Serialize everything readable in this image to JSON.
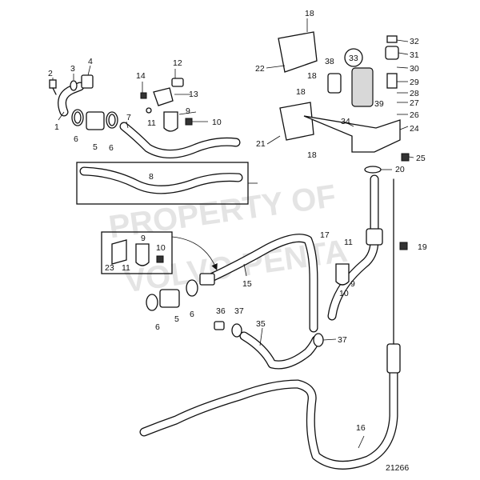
{
  "figure_number": "21266",
  "watermark": {
    "line1": "PROPERTY OF",
    "line2": "VOLVO PENTA"
  },
  "callouts": {
    "c1": "1",
    "c2": "2",
    "c3": "3",
    "c4": "4",
    "c5": "5",
    "c6a": "6",
    "c6b": "6",
    "c7": "7",
    "c8": "8",
    "c9a": "9",
    "c10a": "10",
    "c11a": "11",
    "c12": "12",
    "c13": "13",
    "c14": "14",
    "c15": "15",
    "c16": "16",
    "c17": "17",
    "c18a": "18",
    "c18b": "18",
    "c18c": "18",
    "c18d": "18",
    "c19": "19",
    "c20": "20",
    "c21": "21",
    "c22": "22",
    "c23": "23",
    "c9b": "9",
    "c11b": "11",
    "c10b": "10",
    "c5b": "5",
    "c6c": "6",
    "c6d": "6",
    "c24": "24",
    "c25": "25",
    "c26": "26",
    "c27": "27",
    "c28": "28",
    "c29": "29",
    "c30": "30",
    "c31": "31",
    "c32": "32",
    "c33": "33",
    "c34": "34",
    "c35": "35",
    "c36": "36",
    "c37a": "37",
    "c37b": "37",
    "c38": "38",
    "c39": "39",
    "c11c": "11",
    "c9c": "9",
    "c10c": "10"
  }
}
